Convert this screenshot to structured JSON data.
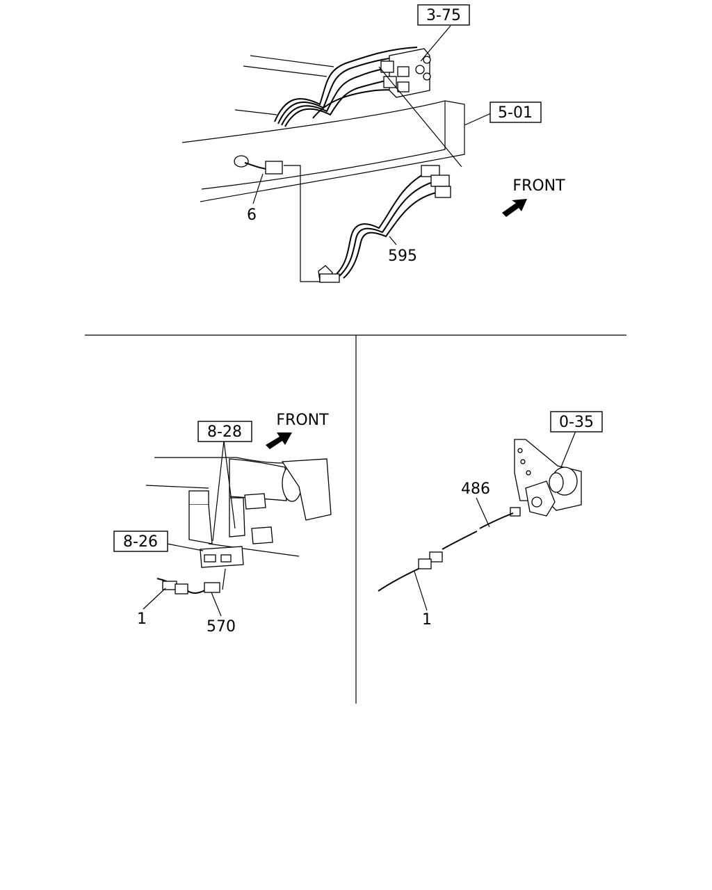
{
  "top_panel": {
    "refs": {
      "ref_3_75": "3-75",
      "ref_5_01": "5-01"
    },
    "parts": {
      "part_6": "6",
      "part_595": "595"
    },
    "front_label": "FRONT"
  },
  "bottom_left_panel": {
    "refs": {
      "ref_8_28": "8-28",
      "ref_8_26": "8-26"
    },
    "parts": {
      "part_1": "1",
      "part_570": "570"
    },
    "front_label": "FRONT"
  },
  "bottom_right_panel": {
    "refs": {
      "ref_0_35": "0-35"
    },
    "parts": {
      "part_486": "486",
      "part_1": "1"
    }
  }
}
